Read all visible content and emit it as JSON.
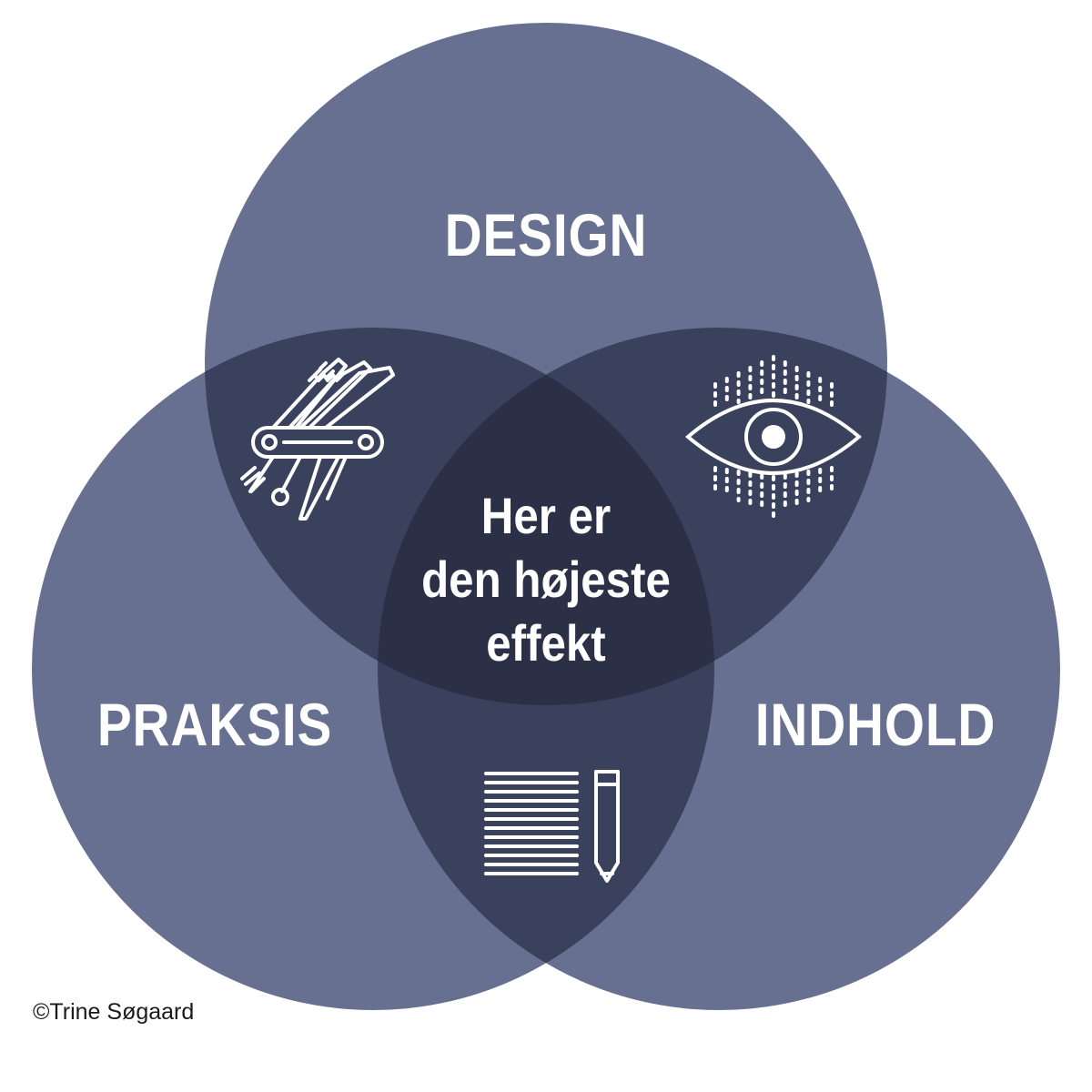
{
  "colors": {
    "circle": "#677090",
    "pair_overlap": "#39415d",
    "center_overlap": "#2c3046",
    "icon_stroke": "#ffffff",
    "text": "#ffffff",
    "copyright_text": "#1a1a1a"
  },
  "circles": [
    {
      "name": "design",
      "label": "DESIGN"
    },
    {
      "name": "praksis",
      "label": "PRAKSIS"
    },
    {
      "name": "indhold",
      "label": "INDHOLD"
    }
  ],
  "center": {
    "lines": [
      "Her er",
      "den højeste",
      "effekt"
    ]
  },
  "icons": {
    "design_praksis": "multitool-knife-icon",
    "design_indhold": "eye-icon",
    "praksis_indhold": "notes-pencil-icon"
  },
  "copyright": "©Trine Søgaard"
}
